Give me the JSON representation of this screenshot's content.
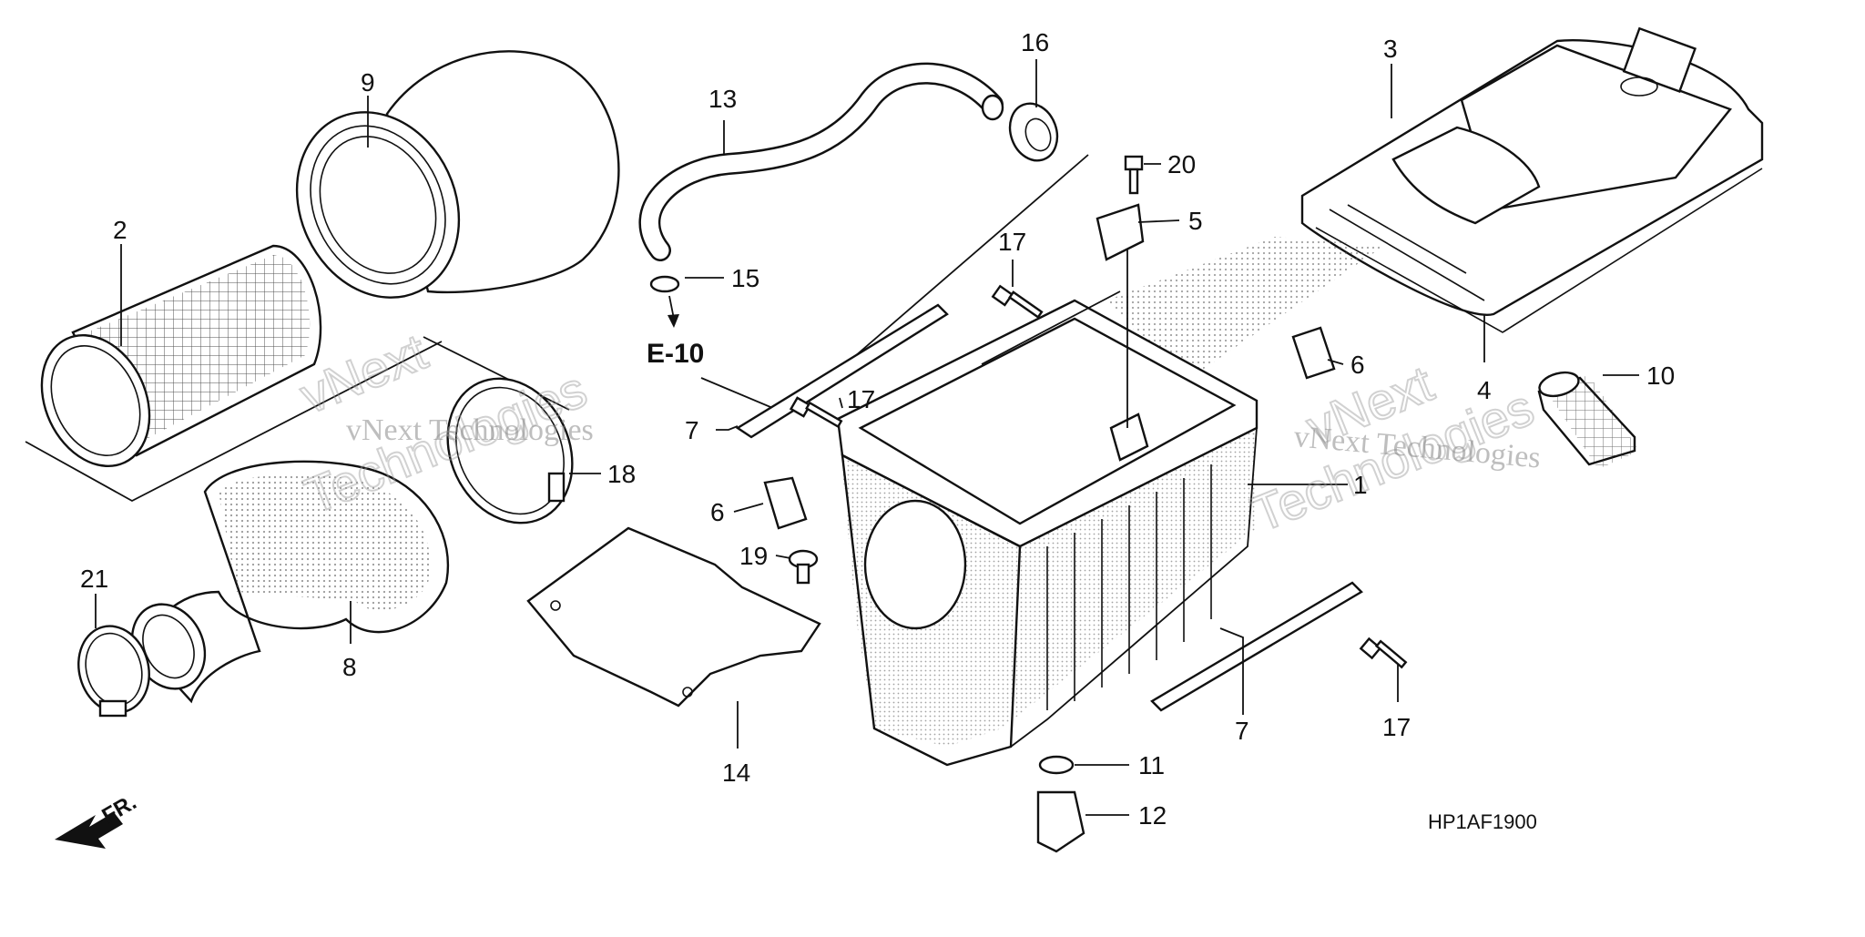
{
  "diagram": {
    "code": "HP1AF1900",
    "reference": "E-10",
    "direction_label": "FR.",
    "watermark": "vNext Technologies",
    "callouts": [
      {
        "id": "c9",
        "label": "9"
      },
      {
        "id": "c2",
        "label": "2"
      },
      {
        "id": "c13",
        "label": "13"
      },
      {
        "id": "c16",
        "label": "16"
      },
      {
        "id": "c15",
        "label": "15"
      },
      {
        "id": "c20",
        "label": "20"
      },
      {
        "id": "c3",
        "label": "3"
      },
      {
        "id": "c5",
        "label": "5"
      },
      {
        "id": "c17a",
        "label": "17"
      },
      {
        "id": "c6a",
        "label": "6"
      },
      {
        "id": "c10",
        "label": "10"
      },
      {
        "id": "c4",
        "label": "4"
      },
      {
        "id": "c17b",
        "label": "17"
      },
      {
        "id": "c7a",
        "label": "7"
      },
      {
        "id": "c18",
        "label": "18"
      },
      {
        "id": "c1",
        "label": "1"
      },
      {
        "id": "c6b",
        "label": "6"
      },
      {
        "id": "c19",
        "label": "19"
      },
      {
        "id": "c21",
        "label": "21"
      },
      {
        "id": "c8",
        "label": "8"
      },
      {
        "id": "c14",
        "label": "14"
      },
      {
        "id": "c7b",
        "label": "7"
      },
      {
        "id": "c17c",
        "label": "17"
      },
      {
        "id": "c11",
        "label": "11"
      },
      {
        "id": "c12",
        "label": "12"
      }
    ]
  }
}
